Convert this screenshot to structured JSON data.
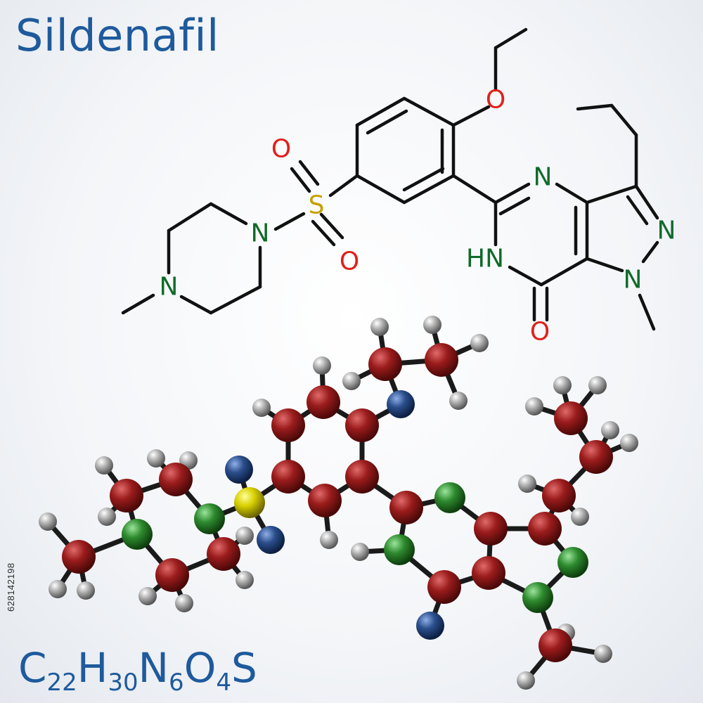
{
  "title": "Sildenafil",
  "formula": {
    "parts": [
      {
        "el": "C",
        "n": "22"
      },
      {
        "el": "H",
        "n": "30"
      },
      {
        "el": "N",
        "n": "6"
      },
      {
        "el": "O",
        "n": "4"
      },
      {
        "el": "S",
        "n": ""
      }
    ]
  },
  "stock_id": "628142198",
  "atom_labels": {
    "o_ether": "O",
    "o_sulfonyl_top": "O",
    "o_sulfonyl_bottom": "O",
    "s": "S",
    "n_pip_upper": "N",
    "n_pip_lower": "N",
    "n_pyrimidine": "N",
    "nh": "HN",
    "n_pyrazole_2": "N",
    "n_pyrazole_1": "N",
    "o_carbonyl": "O"
  },
  "colors": {
    "title": "#1e5a9c",
    "oxygen_label": "#e0201c",
    "nitrogen_label": "#106a2a",
    "sulfur_label": "#c8a000",
    "carbon_ball": "#9b1c1c",
    "nitrogen_ball": "#2e8b2e",
    "oxygen_ball": "#2a4e8c",
    "sulfur_ball": "#d8d000",
    "hydrogen_ball": "#b0b0b0"
  }
}
